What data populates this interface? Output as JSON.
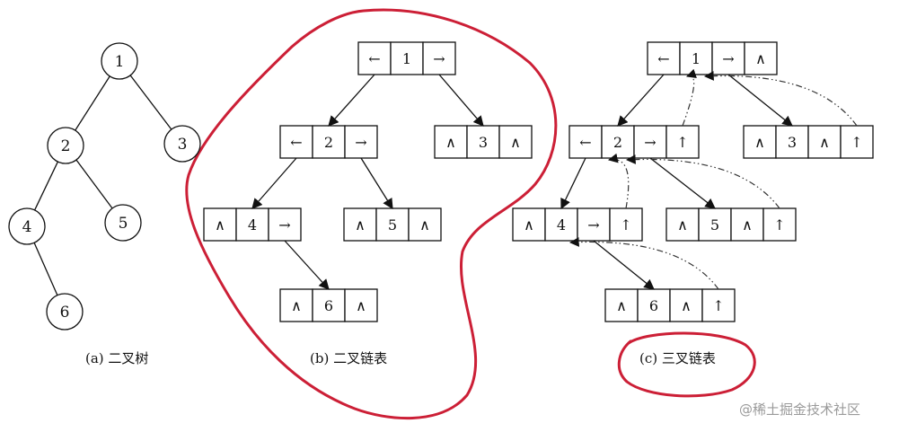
{
  "tree": {
    "nodes": [
      {
        "id": "1",
        "label": "1"
      },
      {
        "id": "2",
        "label": "2"
      },
      {
        "id": "3",
        "label": "3"
      },
      {
        "id": "4",
        "label": "4"
      },
      {
        "id": "5",
        "label": "5"
      },
      {
        "id": "6",
        "label": "6"
      }
    ],
    "edges": [
      [
        "1",
        "2"
      ],
      [
        "1",
        "3"
      ],
      [
        "2",
        "4"
      ],
      [
        "2",
        "5"
      ],
      [
        "4",
        "6"
      ]
    ],
    "caption": "(a)  二叉树"
  },
  "binary_list": {
    "caption": "(b)  二叉链表",
    "nodes": [
      {
        "id": "1",
        "cells": [
          "←",
          "1",
          "→"
        ]
      },
      {
        "id": "2",
        "cells": [
          "←",
          "2",
          "→"
        ]
      },
      {
        "id": "3",
        "cells": [
          "∧",
          "3",
          "∧"
        ]
      },
      {
        "id": "4",
        "cells": [
          "∧",
          "4",
          "→"
        ]
      },
      {
        "id": "5",
        "cells": [
          "∧",
          "5",
          "∧"
        ]
      },
      {
        "id": "6",
        "cells": [
          "∧",
          "6",
          "∧"
        ]
      }
    ],
    "links": [
      [
        "1",
        "2"
      ],
      [
        "1",
        "3"
      ],
      [
        "2",
        "4"
      ],
      [
        "2",
        "5"
      ],
      [
        "4",
        "6"
      ]
    ]
  },
  "triple_list": {
    "caption": "(c)  三叉链表",
    "nodes": [
      {
        "id": "1",
        "cells": [
          "←",
          "1",
          "→",
          "∧"
        ]
      },
      {
        "id": "2",
        "cells": [
          "←",
          "2",
          "→",
          "↑"
        ]
      },
      {
        "id": "3",
        "cells": [
          "∧",
          "3",
          "∧",
          "↑"
        ]
      },
      {
        "id": "4",
        "cells": [
          "∧",
          "4",
          "→",
          "↑"
        ]
      },
      {
        "id": "5",
        "cells": [
          "∧",
          "5",
          "∧",
          "↑"
        ]
      },
      {
        "id": "6",
        "cells": [
          "∧",
          "6",
          "∧",
          "↑"
        ]
      }
    ],
    "child_links": [
      [
        "1",
        "2"
      ],
      [
        "1",
        "3"
      ],
      [
        "2",
        "4"
      ],
      [
        "2",
        "5"
      ],
      [
        "4",
        "6"
      ]
    ],
    "parent_links": [
      [
        "2",
        "1"
      ],
      [
        "3",
        "1"
      ],
      [
        "4",
        "2"
      ],
      [
        "5",
        "2"
      ],
      [
        "6",
        "4"
      ]
    ]
  },
  "annotation": {
    "color": "#cc1f36"
  },
  "watermark": "@稀土掘金技术社区"
}
